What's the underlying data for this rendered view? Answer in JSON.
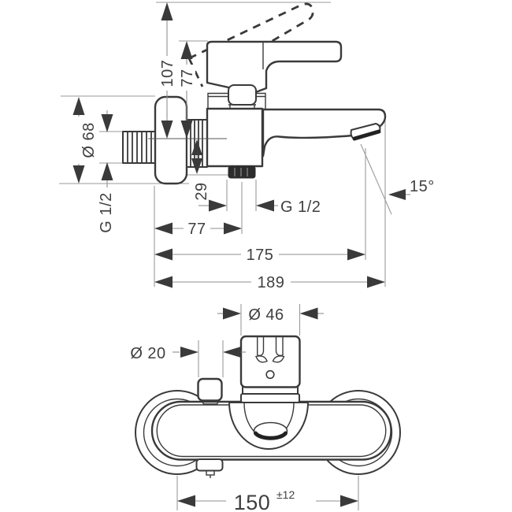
{
  "colors": {
    "background": "#ffffff",
    "outline": "#3a3a3a",
    "dimension_lines": "#8f8f8f",
    "labels": "#3f3f3f"
  },
  "side_view": {
    "labels": {
      "lever_height_open": "107",
      "lever_height": "77",
      "escutcheon_diameter": "Ø 68",
      "inlet_thread": "G 1/2",
      "outlet_drop": "29",
      "shower_outlet_offset": "77",
      "shower_outlet_thread": "G 1/2",
      "spout_reach": "175",
      "total_projection": "189",
      "spout_angle": "15°"
    }
  },
  "bottom_view": {
    "labels": {
      "handle_width": "Ø 46",
      "diverter_knob_diameter": "Ø 20",
      "connection_centres": "150",
      "connection_tolerance": "±12"
    }
  }
}
